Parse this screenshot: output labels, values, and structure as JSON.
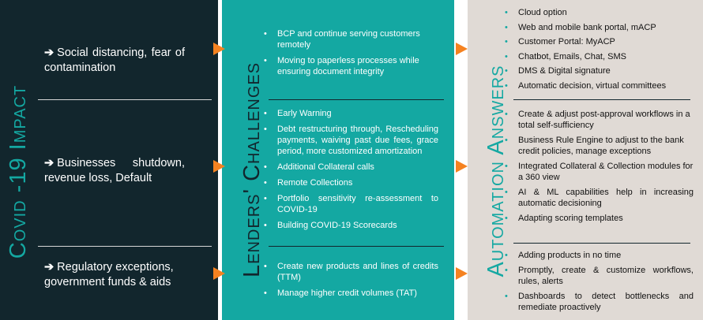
{
  "covid_panel": {
    "title": "Covid -19 Impact",
    "items": [
      "Social distancing, fear of contamination",
      "Businesses shutdown, revenue loss, Default",
      "Regulatory exceptions, government funds & aids"
    ]
  },
  "challenges_panel": {
    "title": "Lenders' Challenges",
    "group1": [
      "BCP and continue serving customers remotely",
      "Moving to paperless processes while ensuring document integrity"
    ],
    "group2": [
      "Early Warning",
      "Debt restructuring through, Rescheduling payments, waiving past due fees, grace period, more customized amortization",
      "Additional Collateral calls",
      "Remote Collections",
      "Portfolio sensitivity re-assessment to COVID-19",
      "Building COVID-19 Scorecards"
    ],
    "group3": [
      "Create new products and lines of credits (TTM)",
      "Manage higher credit volumes  (TAT)"
    ]
  },
  "answers_panel": {
    "title": "Automation Answers",
    "group1": [
      "Cloud option",
      "Web and mobile bank portal, mACP",
      "Customer Portal: MyACP",
      "Chatbot, Emails, Chat, SMS",
      "DMS & Digital signature",
      "Automatic decision, virtual committees"
    ],
    "group2": [
      "Create & adjust post-approval workflows in a total self-sufficiency",
      "Business Rule Engine to adjust to the bank credit policies, manage exceptions",
      "Integrated Collateral & Collection modules for a 360 view",
      "AI & ML capabilities help in increasing automatic decisioning",
      "Adapting scoring templates"
    ],
    "group3": [
      "Adding products in no time",
      "Promptly, create & customize workflows, rules, alerts",
      "Dashboards to detect bottlenecks and remediate proactively"
    ]
  },
  "colors": {
    "dark_navy": "#12262d",
    "teal": "#14a8a2",
    "light_gray": "#e0dad5",
    "orange": "#f58220"
  }
}
